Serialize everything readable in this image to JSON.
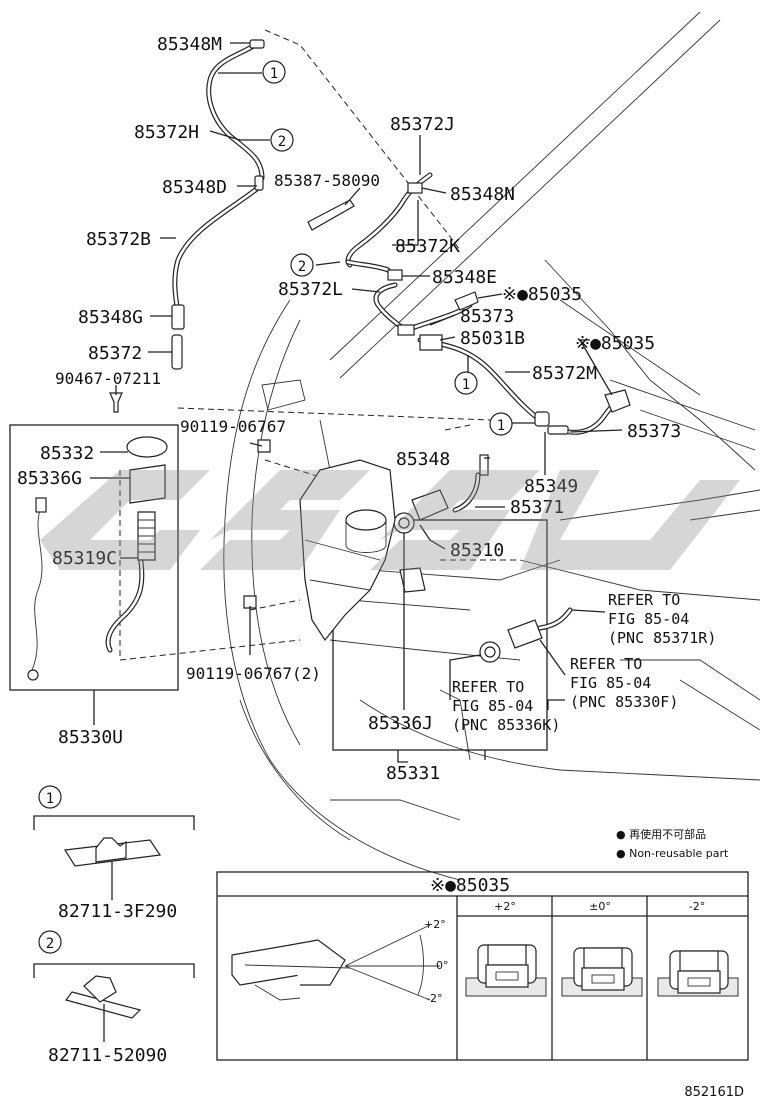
{
  "diagram": {
    "part_labels": {
      "p85348M": "85348M",
      "p85372H": "85372H",
      "p85348D": "85348D",
      "p85372B": "85372B",
      "p85348G": "85348G",
      "p85372": "85372",
      "p90467": "90467-07211",
      "p85332": "85332",
      "p85336G": "85336G",
      "p85319C": "85319C",
      "p85330U": "85330U",
      "p85372J": "85372J",
      "p85387": "85387-58090",
      "p85348N": "85348N",
      "p85372K": "85372K",
      "p85348E": "85348E",
      "p85372L": "85372L",
      "p85035a": "※●85035",
      "p85373a": "85373",
      "p85031B": "85031B",
      "p85035b": "※●85035",
      "p85372M": "85372M",
      "p85373b": "85373",
      "p90119a": "90119-06767",
      "p85348": "85348",
      "p85349": "85349",
      "p85371": "85371",
      "p85310": "85310",
      "p90119b": "90119-06767(2)",
      "p85336J": "85336J",
      "p85331": "85331",
      "p82711a": "82711-3F290",
      "p82711b": "82711-52090"
    },
    "circle_markers": [
      "1",
      "2",
      "2",
      "1",
      "1"
    ],
    "callouts": {
      "clip_1": "1",
      "clip_2": "2"
    },
    "refs": [
      [
        "REFER TO",
        "FIG 85-04",
        "(PNC 85371R)"
      ],
      [
        "REFER TO",
        "FIG 85-04",
        "(PNC 85330F)"
      ],
      [
        "REFER TO",
        "FIG 85-04",
        "(PNC 85336K)"
      ]
    ],
    "legend": {
      "line1": "● 再使用不可部品",
      "line2": "● Non-reusable part"
    },
    "adjust_box": {
      "title": "※●85035",
      "columns": [
        "+2°",
        "±0°",
        "-2°"
      ],
      "angle_labels": [
        "+2°",
        "0°",
        "-2°"
      ]
    },
    "figure_code": "852161D",
    "watermark": "GSSL"
  }
}
